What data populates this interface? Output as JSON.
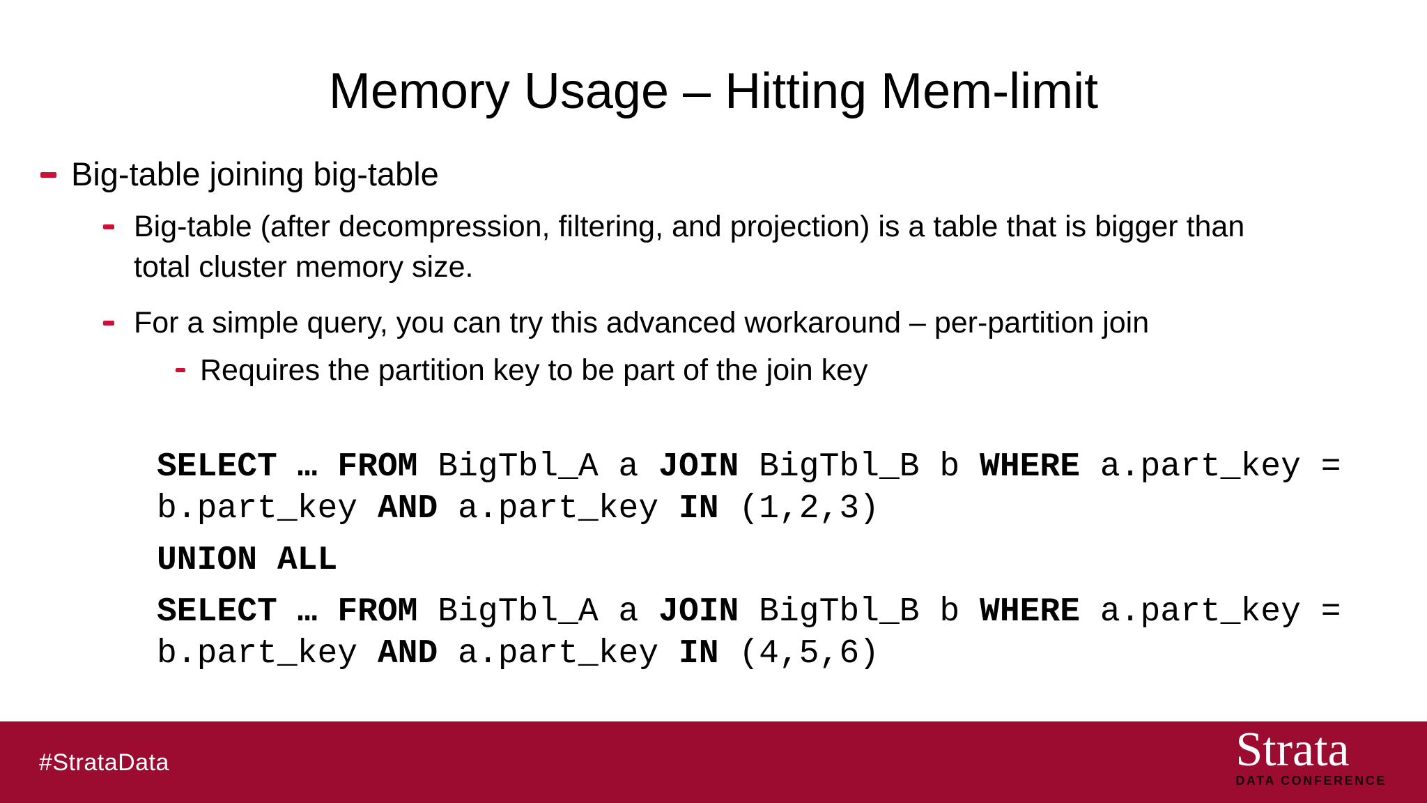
{
  "colors": {
    "accent": "#C9113A",
    "footer_background": "#9C0B30",
    "text": "#000000",
    "background": "#FFFFFF"
  },
  "slide": {
    "title": "Memory Usage – Hitting Mem-limit",
    "bullets": [
      {
        "level": 1,
        "lines": [
          "Big-table joining big-table"
        ]
      },
      {
        "level": 2,
        "lines": [
          "Big-table (after decompression, filtering, and projection) is a table that is bigger than",
          "total cluster memory size."
        ]
      },
      {
        "level": 2,
        "lines": [
          "For a simple query, you can try this advanced workaround – per-partition join"
        ]
      },
      {
        "level": 3,
        "lines": [
          "Requires the partition key to be part of the join key"
        ]
      }
    ],
    "code": {
      "statements": [
        {
          "lines": [
            [
              {
                "text": "SELECT",
                "bold": true
              },
              {
                "text": " ",
                "bold": false
              },
              {
                "text": "…",
                "bold": true
              },
              {
                "text": " ",
                "bold": false
              },
              {
                "text": "FROM",
                "bold": true
              },
              {
                "text": " BigTbl_A a ",
                "bold": false
              },
              {
                "text": "JOIN",
                "bold": true
              },
              {
                "text": " BigTbl_B b ",
                "bold": false
              },
              {
                "text": "WHERE",
                "bold": true
              },
              {
                "text": " a.part_key =",
                "bold": false
              }
            ],
            [
              {
                "text": "b.part_key ",
                "bold": false
              },
              {
                "text": "AND",
                "bold": true
              },
              {
                "text": " a.part_key ",
                "bold": false
              },
              {
                "text": "IN",
                "bold": true
              },
              {
                "text": " (1,2,3)",
                "bold": false
              }
            ]
          ]
        },
        {
          "lines": [
            [
              {
                "text": "UNION ALL",
                "bold": true
              }
            ]
          ]
        },
        {
          "lines": [
            [
              {
                "text": "SELECT",
                "bold": true
              },
              {
                "text": " ",
                "bold": false
              },
              {
                "text": "…",
                "bold": true
              },
              {
                "text": " ",
                "bold": false
              },
              {
                "text": "FROM",
                "bold": true
              },
              {
                "text": " BigTbl_A a ",
                "bold": false
              },
              {
                "text": "JOIN",
                "bold": true
              },
              {
                "text": " BigTbl_B b ",
                "bold": false
              },
              {
                "text": "WHERE",
                "bold": true
              },
              {
                "text": " a.part_key =",
                "bold": false
              }
            ],
            [
              {
                "text": "b.part_key ",
                "bold": false
              },
              {
                "text": "AND",
                "bold": true
              },
              {
                "text": " a.part_key ",
                "bold": false
              },
              {
                "text": "IN",
                "bold": true
              },
              {
                "text": " (4,5,6)",
                "bold": false
              }
            ]
          ]
        }
      ]
    }
  },
  "footer": {
    "hashtag": "#StrataData",
    "logo_title": "Strata",
    "logo_subtitle": "DATA CONFERENCE"
  }
}
